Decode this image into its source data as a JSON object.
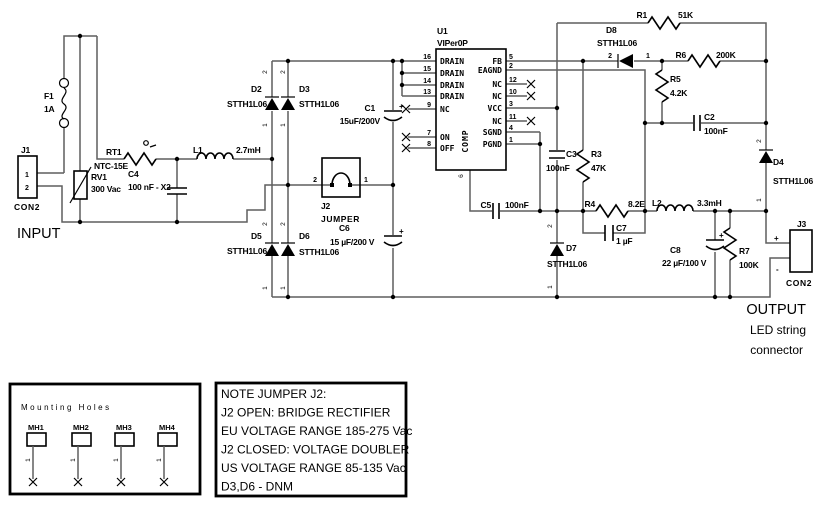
{
  "labels": {
    "input": "INPUT",
    "output": "OUTPUT",
    "output_line2": "LED string",
    "output_line3": "connector"
  },
  "pins": {
    "p1": "1",
    "p2": "2",
    "p6": "6",
    "plus": "+",
    "minus": "-"
  },
  "connectors": {
    "j1": {
      "ref": "J1",
      "type": "CON2"
    },
    "j2": {
      "ref": "J2",
      "type": "JUMPER"
    },
    "j3": {
      "ref": "J3",
      "type": "CON2"
    }
  },
  "ic": {
    "ref": "U1",
    "part": "VIPer0P",
    "comp_label": "COMP",
    "left_pins": [
      {
        "num": "16",
        "name": "DRAIN"
      },
      {
        "num": "15",
        "name": "DRAIN"
      },
      {
        "num": "14",
        "name": "DRAIN"
      },
      {
        "num": "13",
        "name": "DRAIN"
      },
      {
        "num": "9",
        "name": "NC"
      },
      {
        "num": "7",
        "name": "ON"
      },
      {
        "num": "8",
        "name": "OFF"
      }
    ],
    "right_pins": [
      {
        "num": "5",
        "name": "FB"
      },
      {
        "num": "2",
        "name": "EAGND"
      },
      {
        "num": "12",
        "name": "NC"
      },
      {
        "num": "10",
        "name": "NC"
      },
      {
        "num": "3",
        "name": "VCC"
      },
      {
        "num": "11",
        "name": "NC"
      },
      {
        "num": "4",
        "name": "SGND"
      },
      {
        "num": "1",
        "name": "PGND"
      }
    ]
  },
  "components": {
    "f1": {
      "ref": "F1",
      "value": "1A"
    },
    "rv1": {
      "ref": "RV1",
      "value": "300 Vac"
    },
    "rt1": {
      "ref": "RT1",
      "value": "NTC-15E"
    },
    "l1": {
      "ref": "L1",
      "value": "2.7mH"
    },
    "l2": {
      "ref": "L2",
      "value": "3.3mH"
    },
    "c1": {
      "ref": "C1",
      "value": "15uF/200V"
    },
    "c2": {
      "ref": "C2",
      "value": "100nF"
    },
    "c3": {
      "ref": "C3",
      "value": "100nF"
    },
    "c4": {
      "ref": "C4",
      "value": "100 nF - X2"
    },
    "c5": {
      "ref": "C5",
      "value": "100nF"
    },
    "c6": {
      "ref": "C6",
      "value": "15 µF/200 V"
    },
    "c7": {
      "ref": "C7",
      "value": "1 µF"
    },
    "c8": {
      "ref": "C8",
      "value": "22 µF/100 V"
    },
    "r1": {
      "ref": "R1",
      "value": "51K"
    },
    "r3": {
      "ref": "R3",
      "value": "47K"
    },
    "r4": {
      "ref": "R4",
      "value": "8.2E"
    },
    "r5": {
      "ref": "R5",
      "value": "4.2K"
    },
    "r6": {
      "ref": "R6",
      "value": "200K"
    },
    "r7": {
      "ref": "R7",
      "value": "100K"
    },
    "d2": {
      "ref": "D2",
      "value": "STTH1L06"
    },
    "d3": {
      "ref": "D3",
      "value": "STTH1L06"
    },
    "d4": {
      "ref": "D4",
      "value": "STTH1L06"
    },
    "d5": {
      "ref": "D5",
      "value": "STTH1L06"
    },
    "d6": {
      "ref": "D6",
      "value": "STTH1L06"
    },
    "d7": {
      "ref": "D7",
      "value": "STTH1L06"
    },
    "d8": {
      "ref": "D8",
      "value": "STTH1L06"
    }
  },
  "mounting": {
    "title": "Mounting Holes",
    "pin": "1",
    "items": [
      "MH1",
      "MH2",
      "MH3",
      "MH4"
    ]
  },
  "note": {
    "lines": [
      "NOTE JUMPER J2:",
      "J2 OPEN: BRIDGE RECTIFIER",
      "EU VOLTAGE RANGE 185-275 Vac",
      "J2 CLOSED: VOLTAGE DOUBLER",
      "US VOLTAGE RANGE 85-135 Vac",
      "D3,D6 - DNM"
    ]
  }
}
